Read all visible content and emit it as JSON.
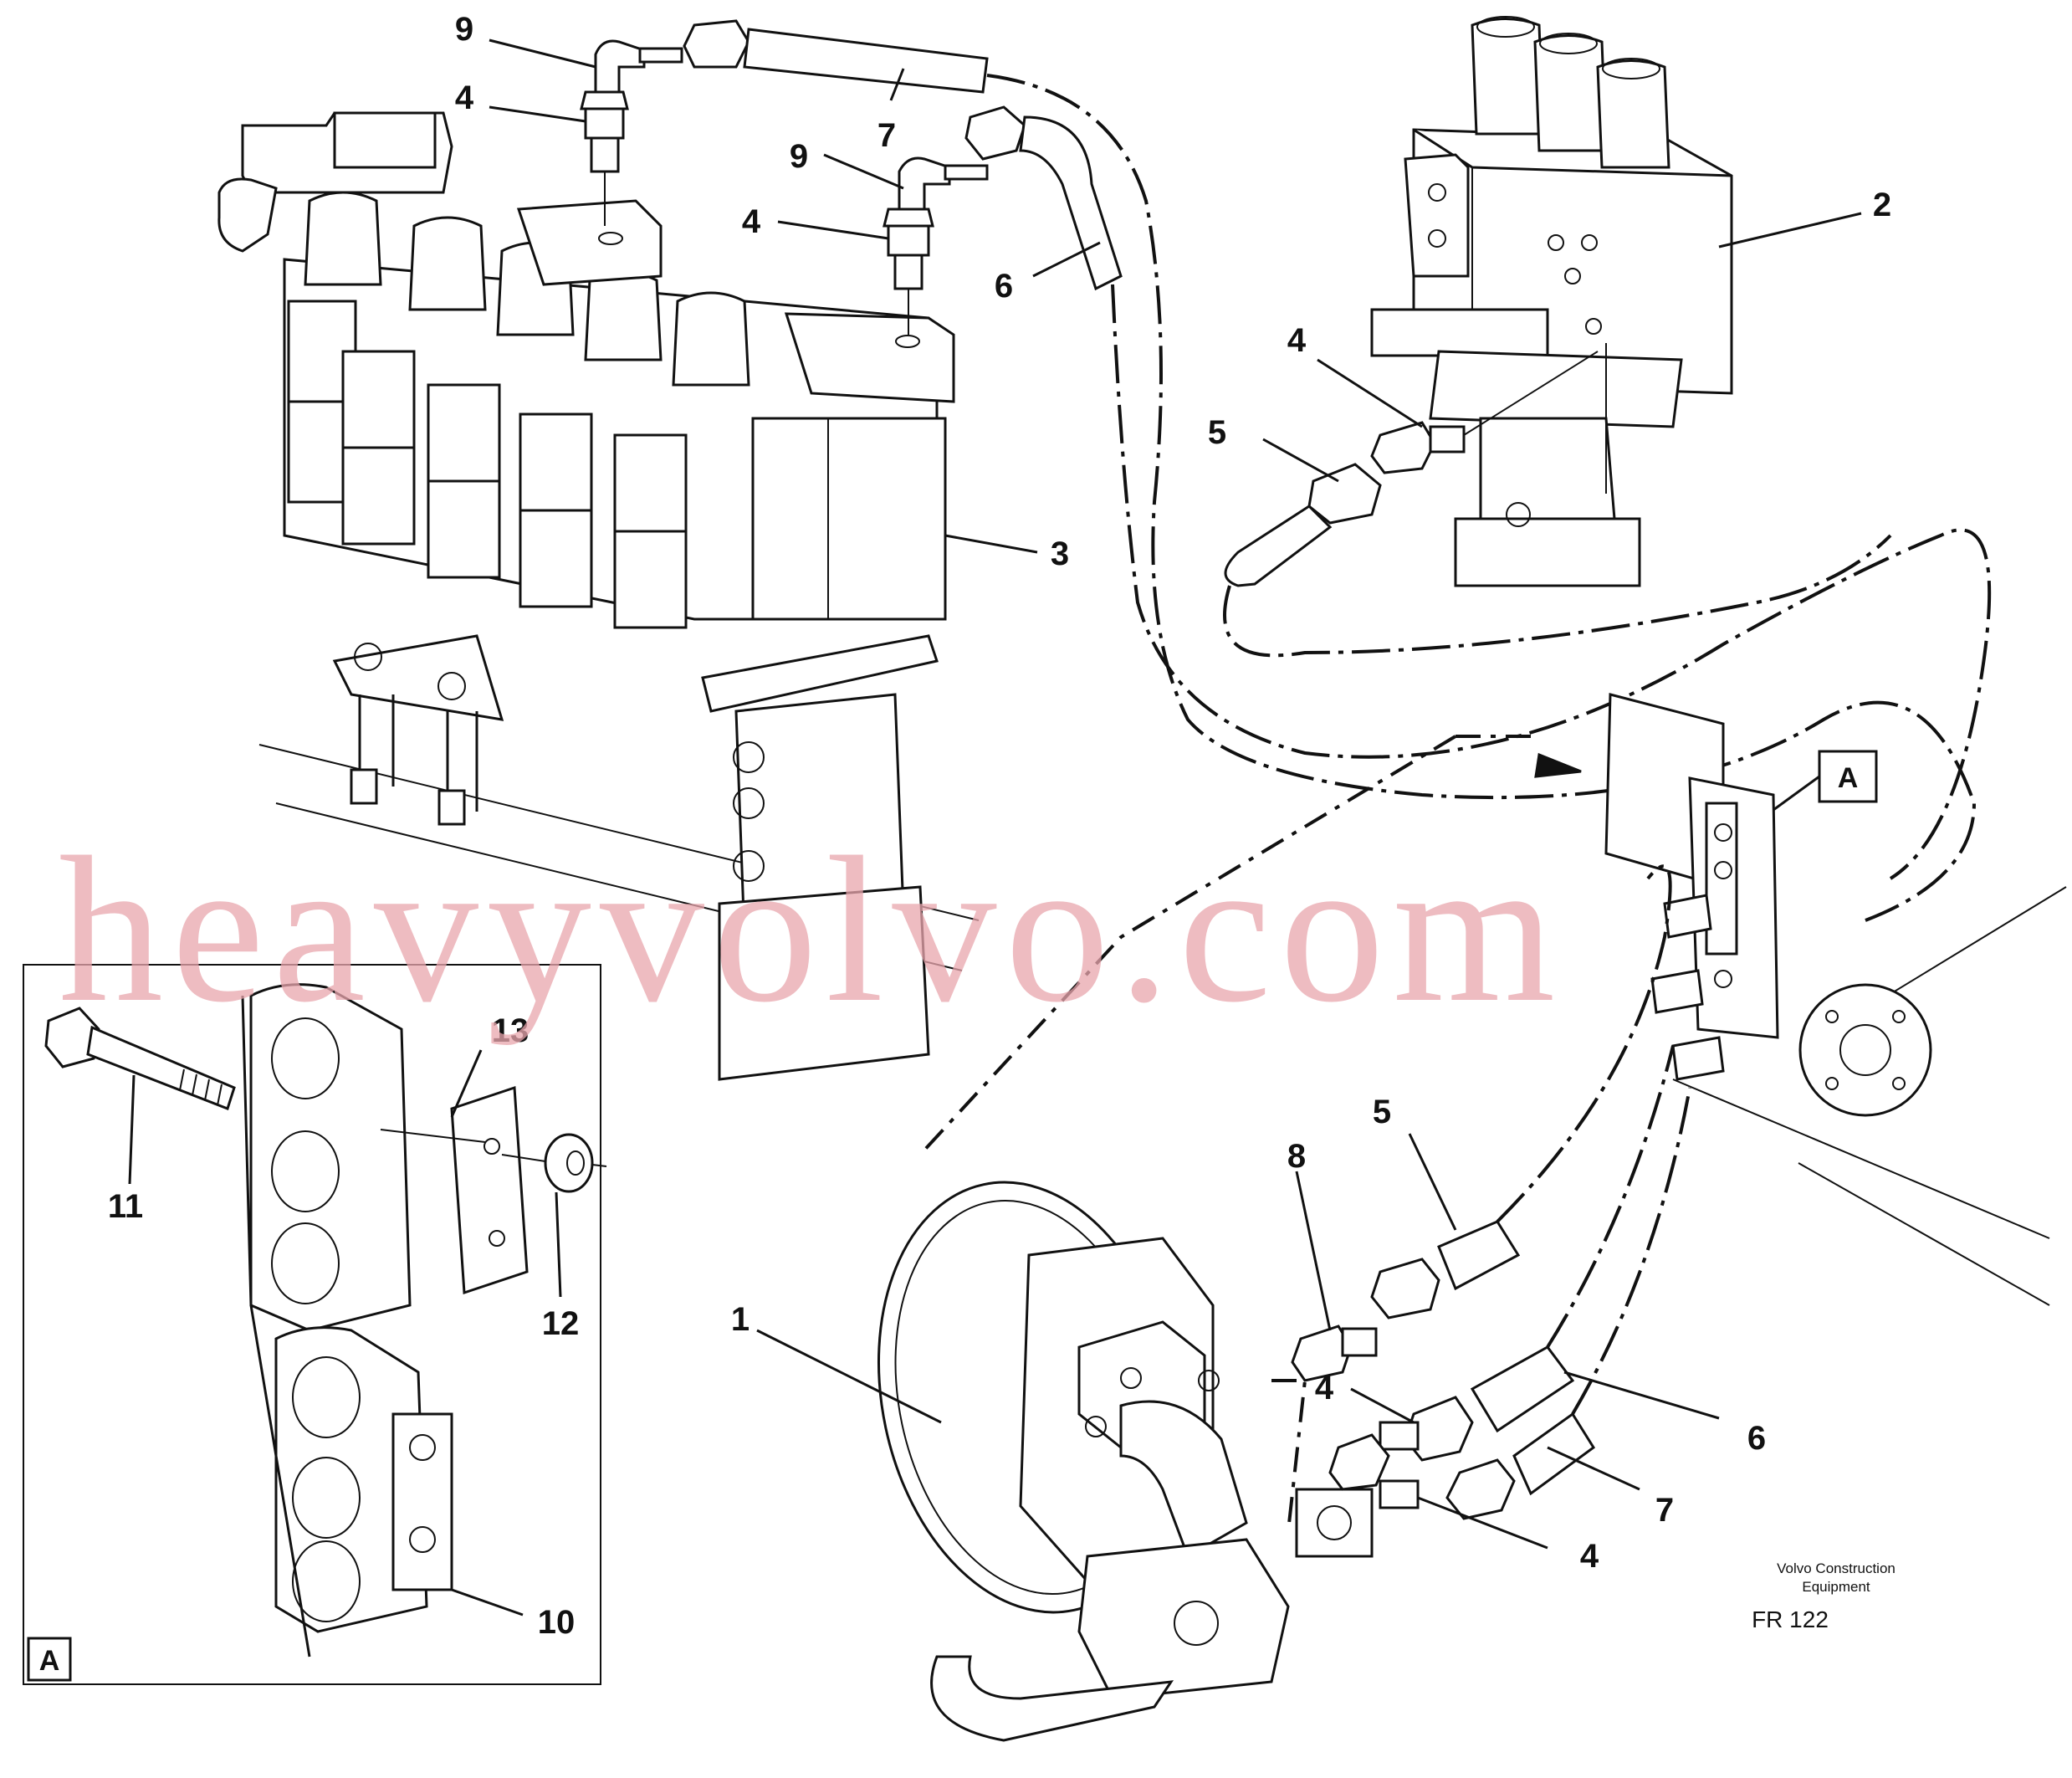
{
  "watermark": "heavyvolvo.com",
  "detail_letter": "A",
  "detail_ref_letter": "A",
  "publisher_line1": "Volvo Construction",
  "publisher_line2": "Equipment",
  "figure_code": "FR 122",
  "callouts": {
    "c9a": "9",
    "c4a": "4",
    "c7a": "7",
    "c9b": "9",
    "c4b": "4",
    "c6a": "6",
    "c2": "2",
    "c4c": "4",
    "c5a": "5",
    "c3": "3",
    "c13": "13",
    "c11": "11",
    "c12": "12",
    "c10": "10",
    "c5b": "5",
    "c8": "8",
    "c1": "1",
    "c4d": "4",
    "c6b": "6",
    "c7b": "7",
    "c4e": "4"
  }
}
